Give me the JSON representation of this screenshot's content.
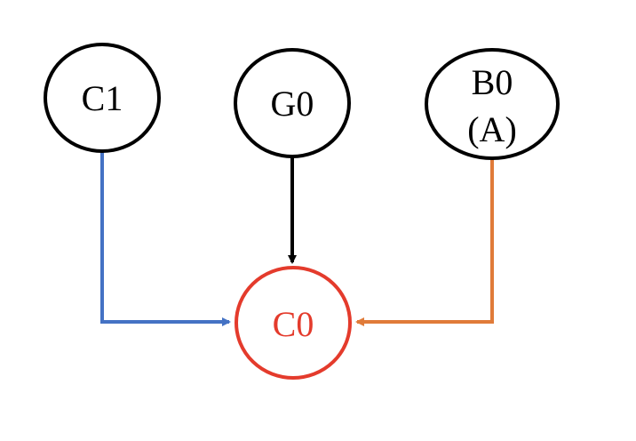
{
  "nodes": {
    "c1": {
      "label": "C1",
      "stroke": "#000000",
      "text_color": "#000000"
    },
    "g0": {
      "label": "G0",
      "stroke": "#000000",
      "text_color": "#000000"
    },
    "b0": {
      "label_line1": "B0",
      "label_line2": "(A)",
      "stroke": "#000000",
      "text_color": "#000000"
    },
    "c0": {
      "label": "C0",
      "stroke": "#e43b2c",
      "text_color": "#e43b2c"
    }
  },
  "edges": [
    {
      "from": "C1",
      "to": "C0",
      "color": "#4472c4"
    },
    {
      "from": "G0",
      "to": "C0",
      "color": "#000000"
    },
    {
      "from": "B0",
      "to": "C0",
      "color": "#e07b39"
    }
  ]
}
